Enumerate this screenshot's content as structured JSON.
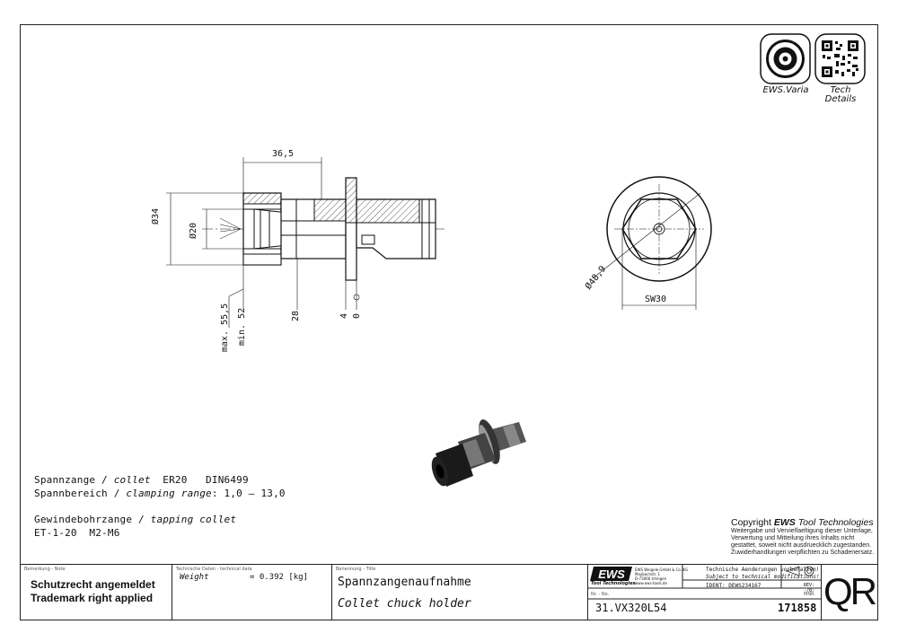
{
  "qr_badges": {
    "left_caption": "EWS.Varia",
    "right_caption_1": "Tech",
    "right_caption_2": "Details"
  },
  "dimensions": {
    "len_36_5": "36,5",
    "dia_34": "Ø34",
    "dia_20": "Ø20",
    "max_55_5": "max. 55,5",
    "min_52": "min. 52",
    "len_28": "28",
    "len_4": "4",
    "len_0": "0",
    "dia_48_9": "Ø48,9",
    "sw_30": "SW30"
  },
  "specs": {
    "line1_a": "Spannzange / ",
    "line1_b": "collet",
    "line1_c": "  ER20   DIN6499",
    "line2_a": "Spannbereich / ",
    "line2_b": "clamping range",
    "line2_c": ": 1,0 – 13,0",
    "line3_a": "Gewindebohrzange / ",
    "line3_b": "tapping collet",
    "line4": "ET-1-20  M2-M6"
  },
  "copyright": {
    "title_a": "Copyright ",
    "title_b": "EWS",
    "title_c": " Tool Technologies",
    "l1": "Weitergabe und Vervielfaeltigung dieser Unterlage,",
    "l2": "Verwertung und Mitteilung ihres Inhalts nicht",
    "l3": "gestattet, soweit nicht ausdruecklich zugestanden.",
    "l4": "Zuwiderhandlungen verpflichten zu Schadenersatz."
  },
  "title_block": {
    "note_cap": "Bemerkung - Note",
    "note_1": "Schutzrecht angemeldet",
    "note_2": "Trademark right applied",
    "tech_cap": "Technische Daten - technical data",
    "weight_label": "Weight",
    "weight_value": "=  0.392 [kg]",
    "title_cap": "Benennung - Title",
    "title_de": "Spannzangenaufnahme",
    "title_en": "Collet chuck holder",
    "logo": "EWS",
    "logo_sub": "Tool Technologies",
    "company_1": "EWS Weigele GmbH & Co. KG",
    "company_2": "Maybachstr. 1",
    "company_3": "D-73066 Uhingen",
    "company_4": "www.ews-tools.de",
    "change_1": "Technische Aenderungen vorbehalten!",
    "change_2": "Subject to technical modifications!",
    "ident": "IDENT: DEWS234167",
    "rev": "REV: -/B:",
    "nr_cap": "Nr. - No.",
    "nr": "31.VX320L54",
    "mnr_cap": "MNR.",
    "mnr": "171858",
    "qr": "QR"
  }
}
